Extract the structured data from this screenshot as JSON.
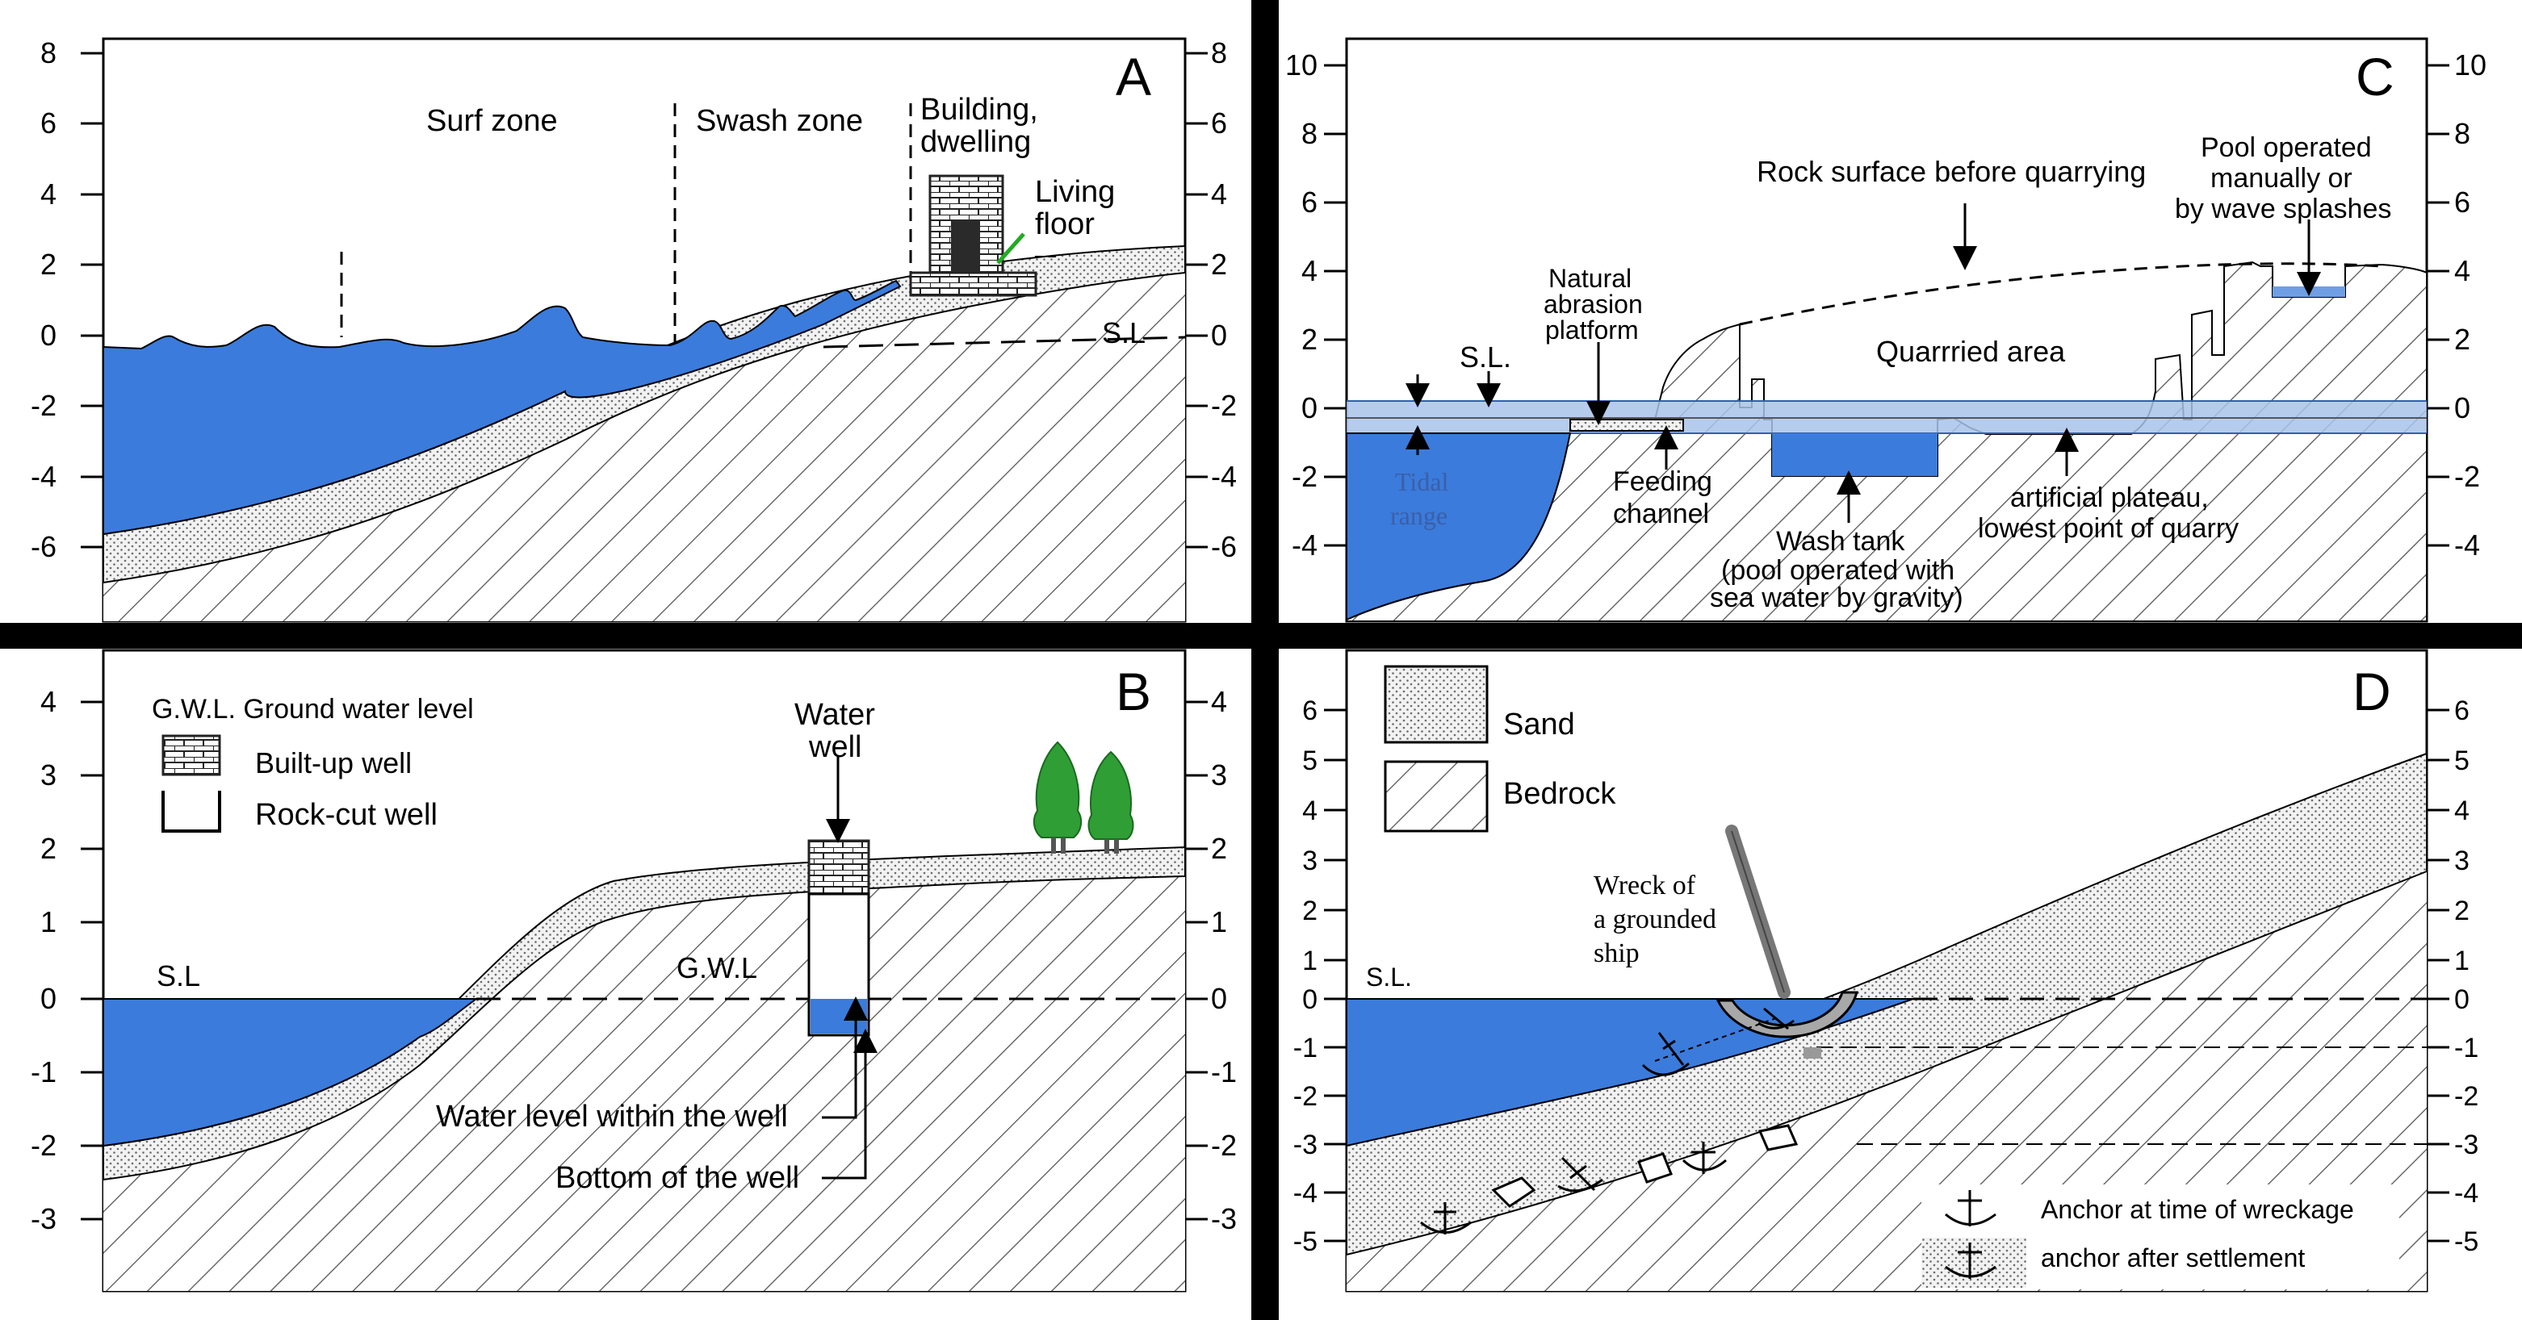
{
  "colors": {
    "water": "#3b7bdb",
    "water_light": "#a9c3ea",
    "divider": "#000000",
    "tree": "#2f9e35",
    "arrow_green": "#22aa22",
    "stipple_bg": "#efefef",
    "hatch_line": "#555555"
  },
  "panels": {
    "A": {
      "letter": "A",
      "ticks": [
        "8",
        "6",
        "4",
        "2",
        "0",
        "-2",
        "-4",
        "-6"
      ],
      "right_ticks": [
        "8",
        "6",
        "4",
        "2",
        "0",
        "-2",
        "-4",
        "-6"
      ],
      "labels": {
        "surf_zone": "Surf zone",
        "swash_zone": "Swash zone",
        "building_1": "Building,",
        "building_2": "dwelling",
        "living_1": "Living",
        "living_2": "floor",
        "sl": "S.L"
      }
    },
    "B": {
      "letter": "B",
      "ticks": [
        "4",
        "3",
        "2",
        "1",
        "0",
        "-1",
        "-2",
        "-3"
      ],
      "right_ticks": [
        "4",
        "3",
        "2",
        "1",
        "0",
        "-1",
        "-2",
        "-3"
      ],
      "legend": {
        "gwl": "G.W.L. Ground  water level",
        "built_up": "Built-up well",
        "rock_cut": "Rock-cut well"
      },
      "labels": {
        "water_well_1": "Water",
        "water_well_2": "well",
        "sl": "S.L",
        "gwl": "G.W.L",
        "water_level": "Water level within the well",
        "bottom": "Bottom of the well"
      }
    },
    "C": {
      "letter": "C",
      "ticks": [
        "10",
        "8",
        "6",
        "4",
        "2",
        "0",
        "-2",
        "-4"
      ],
      "right_ticks": [
        "10",
        "8",
        "6",
        "4",
        "2",
        "0",
        "-2",
        "-4"
      ],
      "labels": {
        "rock_surface": "Rock surface before quarrying",
        "pool_1": "Pool operated",
        "pool_2": "manually or",
        "pool_3": "by wave splashes",
        "natural_1": "Natural",
        "natural_2": "abrasion",
        "natural_3": "platform",
        "sl": "S.L.",
        "quarried": "Quarrried area",
        "tidal_1": "Tidal",
        "tidal_2": "range",
        "feeding_1": "Feeding",
        "feeding_2": "channel",
        "wash_1": "Wash tank",
        "wash_2": "(pool operated with",
        "wash_3": "sea water by gravity)",
        "plateau_1": "artificial plateau,",
        "plateau_2": "lowest point of quarry"
      }
    },
    "D": {
      "letter": "D",
      "ticks": [
        "6",
        "5",
        "4",
        "3",
        "2",
        "1",
        "0",
        "-1",
        "-2",
        "-3",
        "-4",
        "-5"
      ],
      "right_ticks": [
        "6",
        "5",
        "4",
        "3",
        "2",
        "1",
        "0",
        "-1",
        "-2",
        "-3",
        "-4",
        "-5"
      ],
      "legend": {
        "sand": "Sand",
        "bedrock": "Bedrock",
        "anchor_wreck": "Anchor at time of wreckage",
        "anchor_settle": "anchor after settlement"
      },
      "labels": {
        "wreck_1": "Wreck of",
        "wreck_2": "a grounded",
        "wreck_3": "ship",
        "sl": "S.L."
      }
    }
  }
}
